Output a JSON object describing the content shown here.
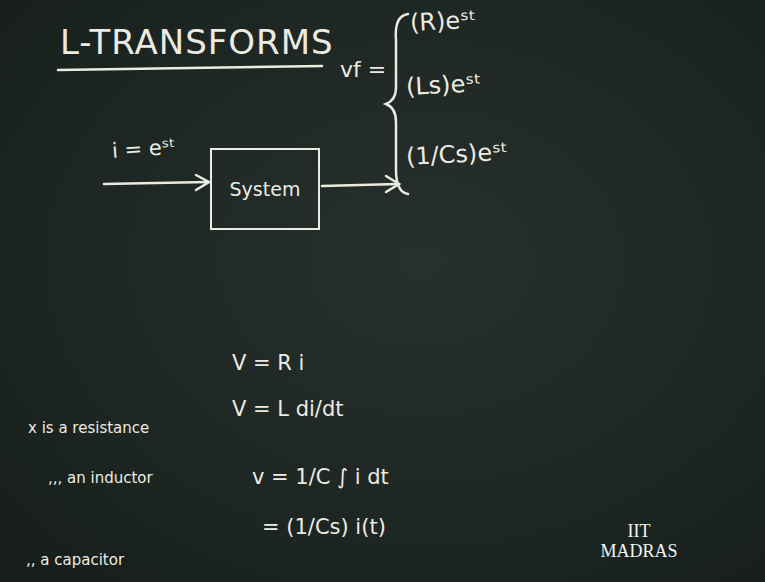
{
  "diagram": {
    "title": "L-TRANSFORMS",
    "nodes": [
      {
        "text": [
          "System"
        ]
      }
    ],
    "labels": [
      "i = eˢᵗ",
      "vf =",
      "(R)eˢᵗ",
      "(Ls)eˢᵗ",
      "(1/Cs)eˢᵗ",
      "V = R i",
      "V = L di/dt",
      "v = 1/C ∫ i dt",
      "= (1/Cs) i(t)",
      "x is a resistance",
      ",,, an inductor",
      ",, a capacitor",
      "IIT MADRAS"
    ]
  }
}
